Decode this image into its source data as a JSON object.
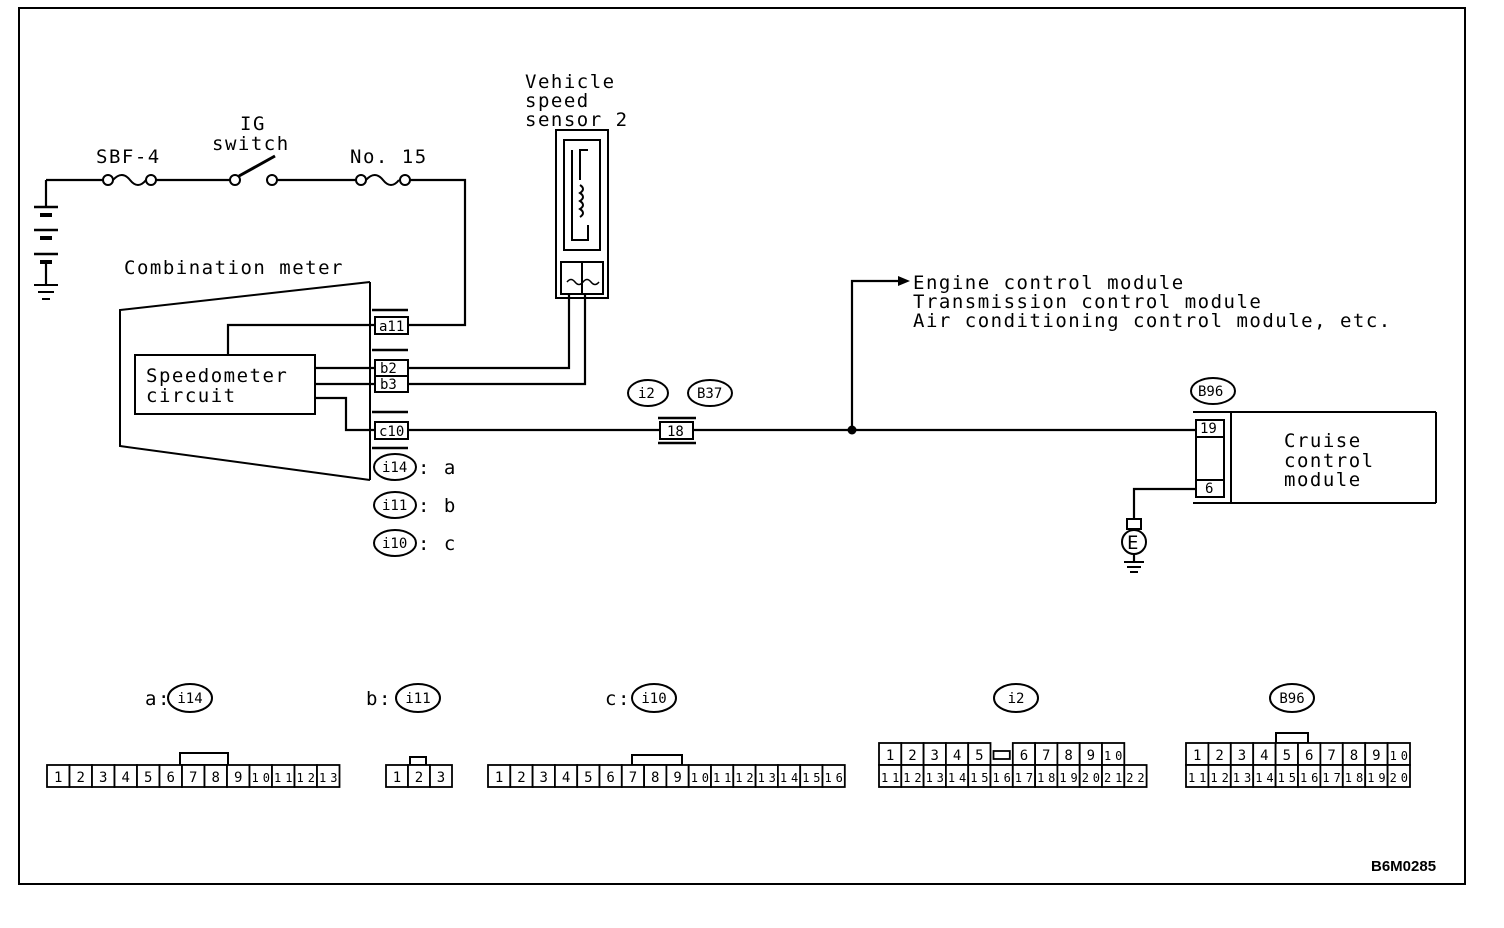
{
  "labels": {
    "vehicle_speed_sensor": [
      "Vehicle",
      "speed",
      "sensor 2"
    ],
    "ig_switch": [
      "IG",
      "switch"
    ],
    "sbf4": "SBF-4",
    "fuse_no15": "No. 15",
    "combination_meter": "Combination meter",
    "speedometer_circuit": [
      "Speedometer",
      "circuit"
    ],
    "destinations": [
      "Engine control module",
      "Transmission control module",
      "Air conditioning control module, etc."
    ],
    "cruise_control_module": [
      "Cruise",
      "control",
      "module"
    ],
    "ground": "E",
    "figure_code": "B6M0285"
  },
  "meter_pins": {
    "a11": "a11",
    "b2": "b2",
    "b3": "b3",
    "c10": "c10"
  },
  "meter_connectors": [
    {
      "code": "i14",
      "letter": ": a"
    },
    {
      "code": "i11",
      "letter": ": b"
    },
    {
      "code": "i10",
      "letter": ": c"
    }
  ],
  "inline_connector": {
    "codes": [
      "i2",
      "B37"
    ],
    "pin": "18"
  },
  "cruise_connector": {
    "code": "B96",
    "pins": [
      "19",
      "6"
    ]
  },
  "connector_faces": [
    {
      "label": "a:",
      "code": "i14",
      "rows": [
        [
          "1",
          "2",
          "3",
          "4",
          "5",
          "6",
          "7",
          "8",
          "9",
          "10",
          "11",
          "12",
          "13"
        ]
      ]
    },
    {
      "label": "b:",
      "code": "i11",
      "rows": [
        [
          "1",
          "2",
          "3"
        ]
      ]
    },
    {
      "label": "c:",
      "code": "i10",
      "rows": [
        [
          "1",
          "2",
          "3",
          "4",
          "5",
          "6",
          "7",
          "8",
          "9",
          "10",
          "11",
          "12",
          "13",
          "14",
          "15",
          "16"
        ]
      ]
    },
    {
      "label": "",
      "code": "i2",
      "rows": [
        [
          "1",
          "2",
          "3",
          "4",
          "5",
          "",
          "6",
          "7",
          "8",
          "9",
          "10"
        ],
        [
          "11",
          "12",
          "13",
          "14",
          "15",
          "16",
          "17",
          "18",
          "19",
          "20",
          "21",
          "22"
        ]
      ]
    },
    {
      "label": "",
      "code": "B96",
      "rows": [
        [
          "1",
          "2",
          "3",
          "4",
          "5",
          "6",
          "7",
          "8",
          "9",
          "10"
        ],
        [
          "11",
          "12",
          "13",
          "14",
          "15",
          "16",
          "17",
          "18",
          "19",
          "20"
        ]
      ]
    }
  ]
}
